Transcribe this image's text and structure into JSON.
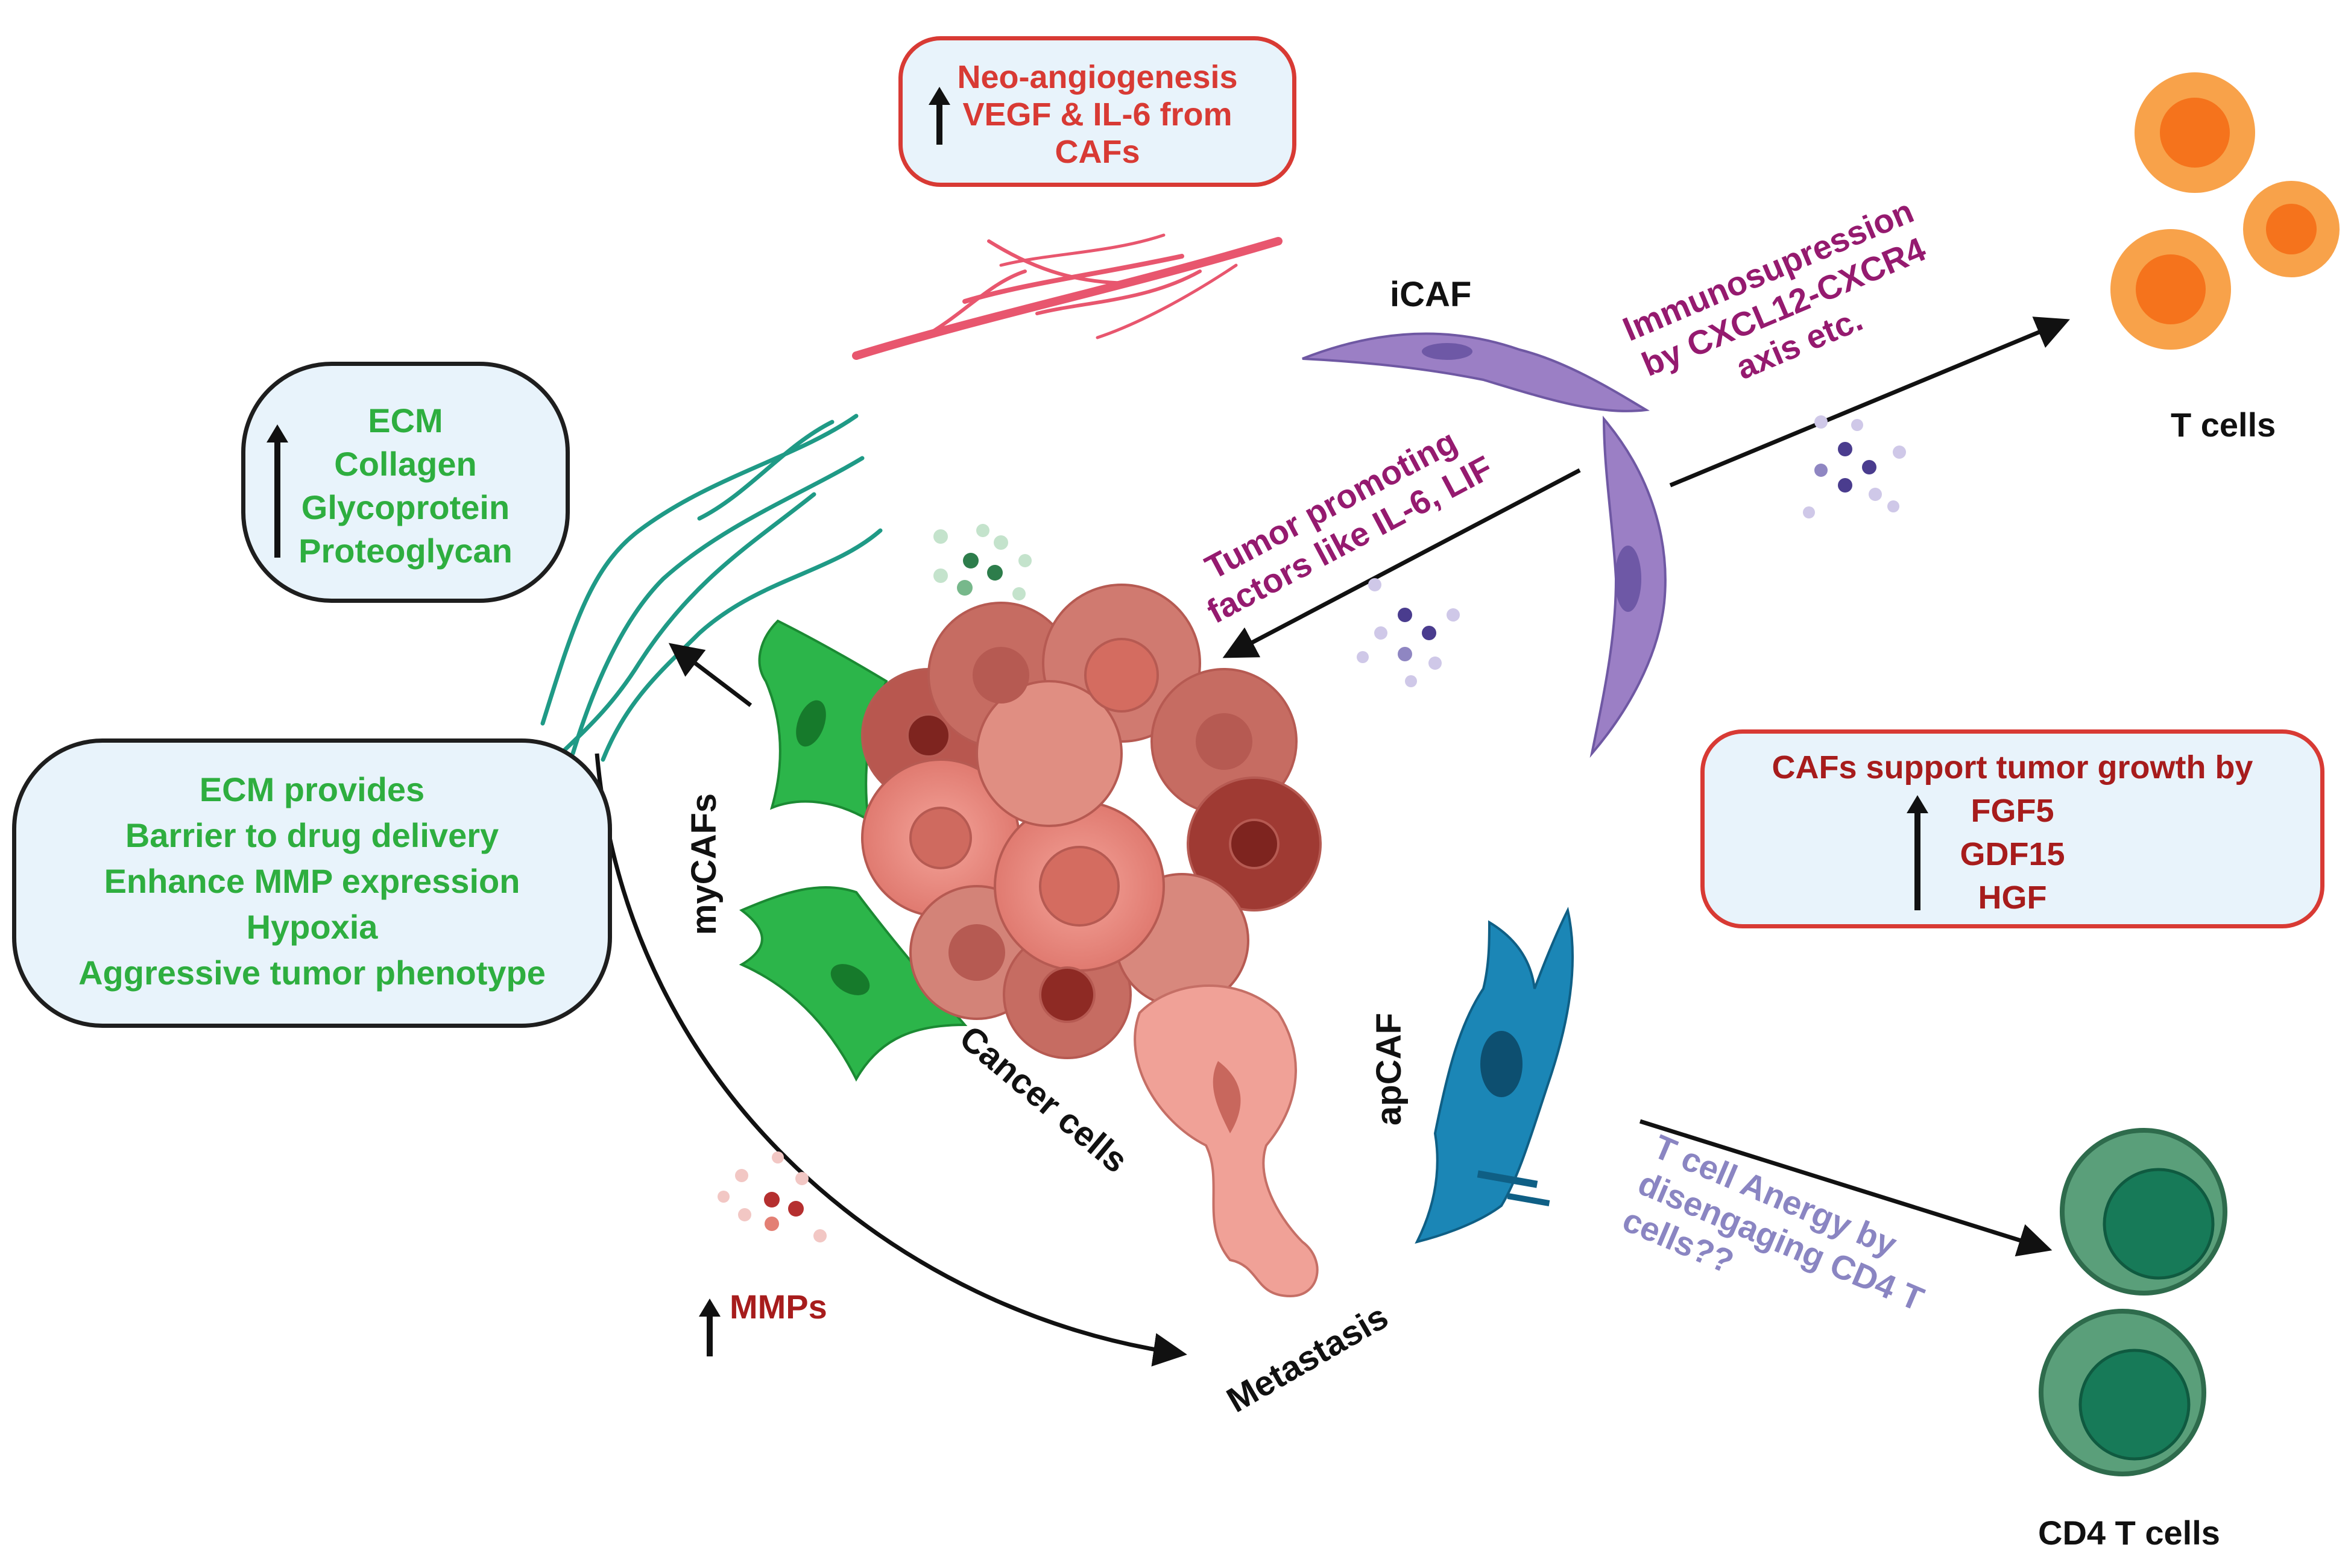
{
  "neo_box": {
    "lines": [
      "Neo-angiogenesis",
      "VEGF & IL-6 from",
      "CAFs"
    ]
  },
  "ecm_box": {
    "lines": [
      "ECM",
      "Collagen",
      "Glycoprotein",
      "Proteoglycan"
    ]
  },
  "ecm_provides_box": {
    "lines": [
      "ECM provides",
      "Barrier to drug delivery",
      "Enhance MMP expression",
      "Hypoxia",
      "Aggressive tumor phenotype"
    ]
  },
  "caf_support_box": {
    "lines": [
      "CAFs support tumor growth by",
      "FGF5",
      "GDF15",
      "HGF"
    ]
  },
  "labels": {
    "icaf": "iCAF",
    "mycafs": "myCAFs",
    "apcaf": "apCAF",
    "cancer_cells": "Cancer cells",
    "metastasis": "Metastasis",
    "mmps": "MMPs",
    "t_cells": "T cells",
    "cd4_t_cells": "CD4 T cells"
  },
  "immuno": {
    "lines": [
      "Immunosupression",
      "by CXCL12-CXCR4",
      "axis etc."
    ]
  },
  "tumor_promoting": {
    "lines": [
      "Tumor promoting",
      "factors like IL-6, LIF"
    ]
  },
  "anergy": {
    "lines": [
      "T cell Anergy by",
      "disengaging CD4 T",
      "cells??"
    ]
  },
  "colors": {
    "box_fill": "#e8f3fb",
    "red_border": "#d83a34",
    "green_text": "#2eae3f",
    "dark_red_text": "#a71c1c",
    "plum_text": "#951a6f",
    "lavender_text": "#8a85c2",
    "icaf": "#9b7fc5",
    "mycaf": "#2cb54a",
    "apcaf": "#1b86b6",
    "t_cell": "#f88a28",
    "cd4_t_cell": "#4f9e74",
    "cancer": "#e37f74"
  }
}
